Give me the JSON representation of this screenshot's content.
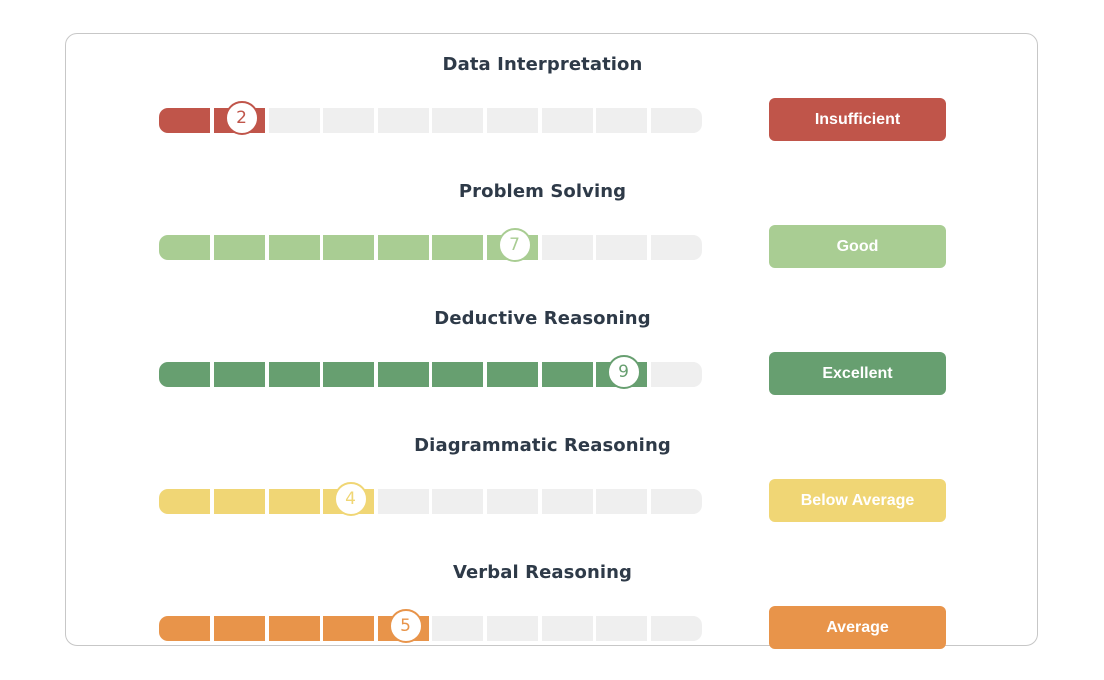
{
  "scale_max": 10,
  "metrics": [
    {
      "title": "Data Interpretation",
      "score": 2,
      "label": "Insufficient",
      "color": "#c0554a",
      "text_color": "#c0554a",
      "badge_text_color": "#ffffff"
    },
    {
      "title": "Problem Solving",
      "score": 7,
      "label": "Good",
      "color": "#a9cd93",
      "text_color": "#a9cd93",
      "badge_text_color": "#ffffff"
    },
    {
      "title": "Deductive Reasoning",
      "score": 9,
      "label": "Excellent",
      "color": "#679f70",
      "text_color": "#679f70",
      "badge_text_color": "#ffffff"
    },
    {
      "title": "Diagrammatic Reasoning",
      "score": 4,
      "label": "Below Average",
      "color": "#f0d675",
      "text_color": "#f0d675",
      "badge_text_color": "#ffffff"
    },
    {
      "title": "Verbal Reasoning",
      "score": 5,
      "label": "Average",
      "color": "#e8944a",
      "text_color": "#e8944a",
      "badge_text_color": "#ffffff"
    }
  ]
}
